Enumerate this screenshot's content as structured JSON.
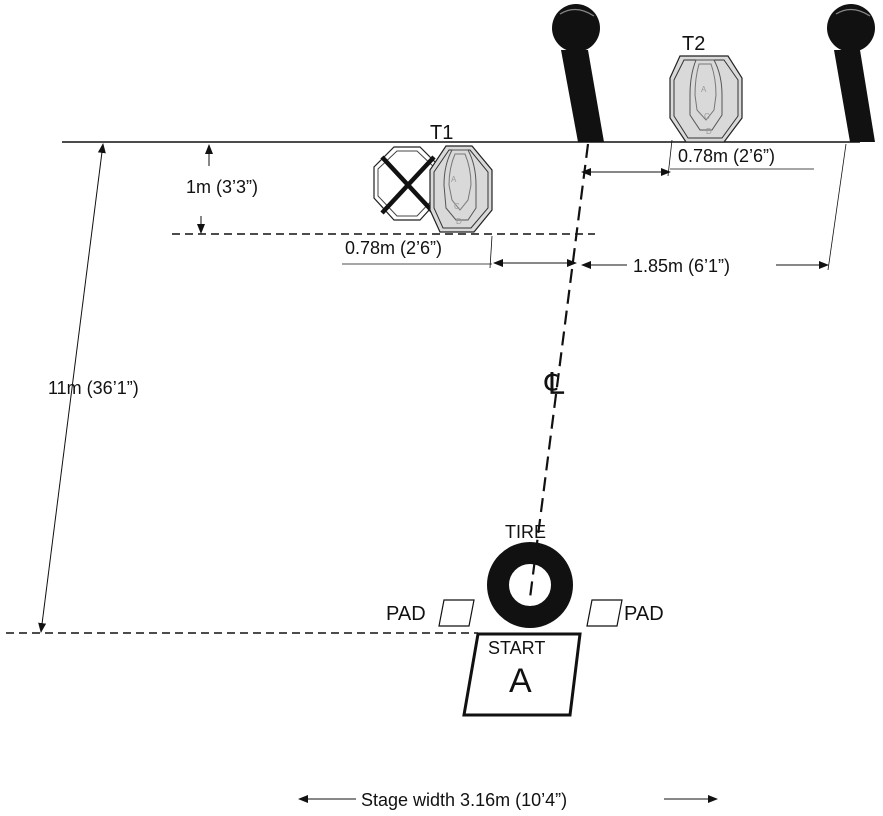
{
  "labels": {
    "t1": "T1",
    "t2": "T2",
    "dist_1m": "1m (3’3”)",
    "dist_t1_offset": "0.78m (2’6”)",
    "dist_t2_offset": "0.78m (2’6”)",
    "dist_right": "1.85m (6’1”)",
    "dist_11m": "11m (36’1”)",
    "centerline": "℄",
    "tire": "TIRE",
    "pad_left": "PAD",
    "pad_right": "PAD",
    "start": "START",
    "start_letter": "A",
    "stage_width": "Stage width 3.16m (10’4”)"
  },
  "zones": {
    "a": "A",
    "c": "C",
    "d": "D"
  }
}
